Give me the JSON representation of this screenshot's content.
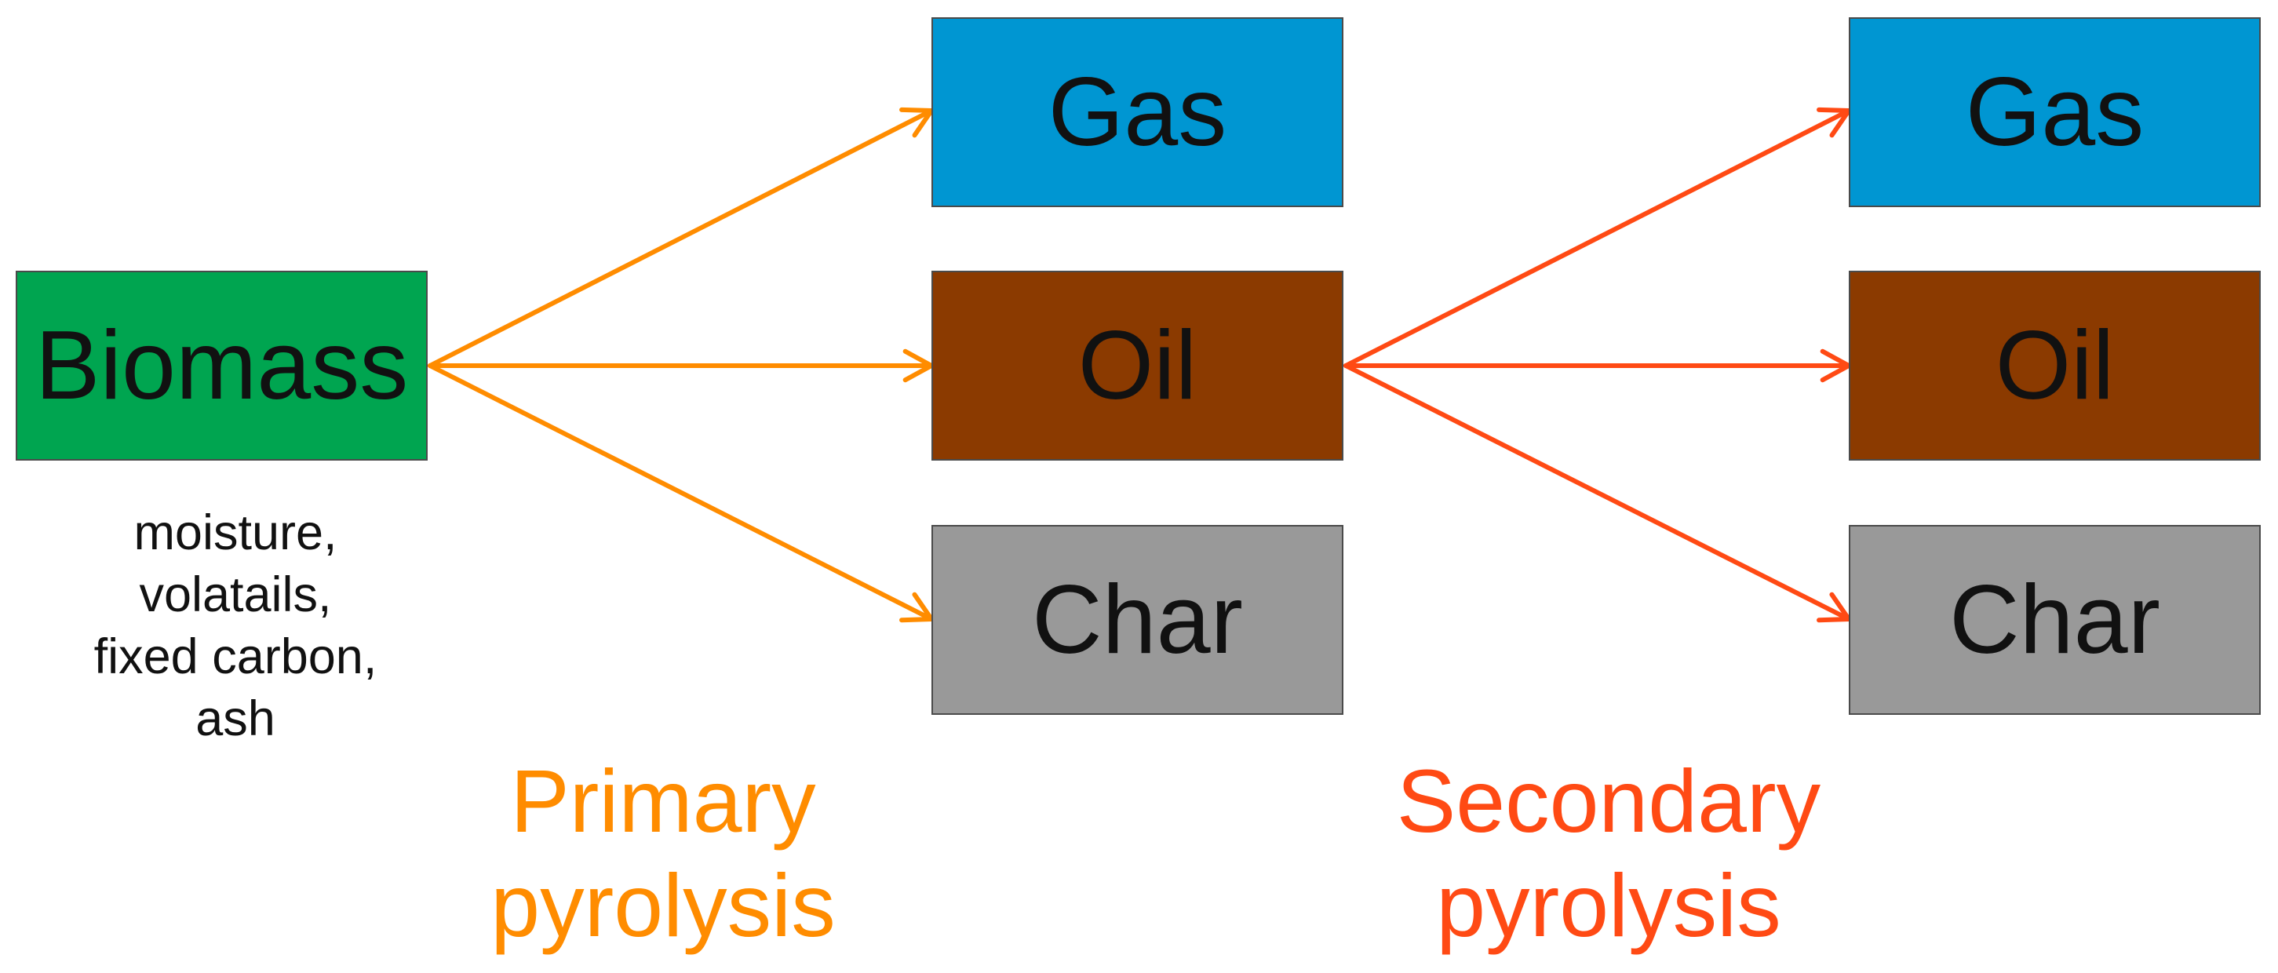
{
  "colors": {
    "biomass": "#00a550",
    "gas": "#0096d2",
    "oil": "#8b3a00",
    "char": "#999999",
    "primary": "#ff8c00",
    "secondary": "#ff4a14"
  },
  "source": {
    "label": "Biomass"
  },
  "source_note": [
    "moisture,",
    "volatails,",
    "fixed carbon,",
    "ash"
  ],
  "primary_products": {
    "gas": "Gas",
    "oil": "Oil",
    "char": "Char"
  },
  "secondary_products": {
    "gas": "Gas",
    "oil": "Oil",
    "char": "Char"
  },
  "stage_labels": {
    "primary": [
      "Primary",
      "pyrolysis"
    ],
    "secondary": [
      "Secondary",
      "pyrolysis"
    ]
  }
}
